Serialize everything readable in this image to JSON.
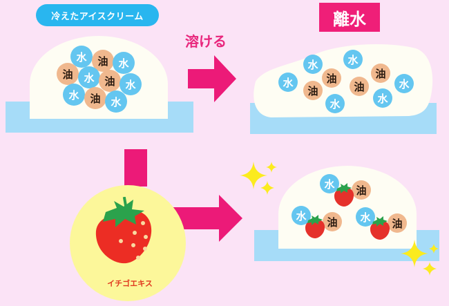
{
  "labels": {
    "cold_ice_cream": "冷えたアイスクリーム",
    "melts": "溶ける",
    "syneresis": "離水",
    "strawberry_extract": "イチゴエキス"
  },
  "molecules": {
    "water": "水",
    "oil": "油"
  },
  "colors": {
    "background": "#fbe3f6",
    "arrow": "#ec1a78",
    "pill": "#29b6ef",
    "badge": "#ef1f78",
    "plate": "#a6dcf8",
    "dome": "#fefdf3",
    "water": "#64c6f0",
    "oil": "#f0b88e",
    "extract_circle": "#fcf79a",
    "sparkle": "#fbeb1e"
  },
  "panels": {
    "cold": {
      "water_count": 6,
      "oil_count": 4
    },
    "melted": {
      "water_count": 6,
      "oil_count": 4
    },
    "with_extract": {
      "pairs": 3
    }
  }
}
